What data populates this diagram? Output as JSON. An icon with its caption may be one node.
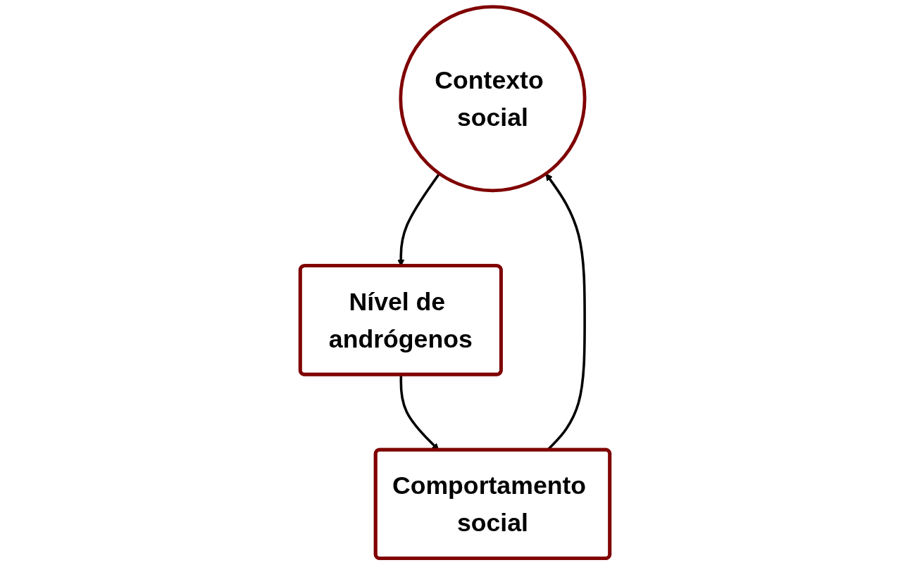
{
  "diagram": {
    "nodes": [
      {
        "text": [
          "Contexto social"
        ]
      },
      {
        "text": [
          "Nível de andrógenos"
        ]
      },
      {
        "text": [
          "Comportamento social"
        ]
      }
    ],
    "edges": [
      {
        "from": 0,
        "to": 1,
        "arrow": "to"
      },
      {
        "from": 1,
        "to": 2,
        "arrow": "to"
      },
      {
        "from": 2,
        "to": 0,
        "arrow": "to"
      }
    ]
  }
}
